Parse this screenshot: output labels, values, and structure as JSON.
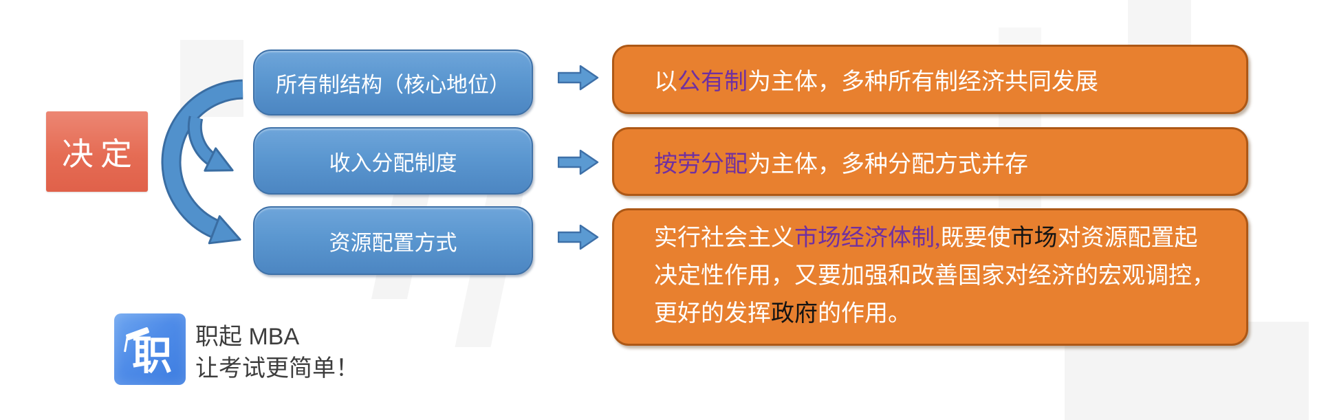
{
  "diagram": {
    "decide_box": {
      "label": "决定"
    },
    "blue_boxes": [
      {
        "label": "所有制结构（核心地位）"
      },
      {
        "label": "收入分配制度"
      },
      {
        "label": "资源配置方式"
      }
    ],
    "orange_boxes": [
      {
        "lines": [
          [
            {
              "t": "以",
              "c": "white"
            },
            {
              "t": "公有制",
              "c": "purple"
            },
            {
              "t": "为主体，多种所有制经济共同发展",
              "c": "white"
            }
          ]
        ]
      },
      {
        "lines": [
          [
            {
              "t": "按劳分配",
              "c": "purple"
            },
            {
              "t": "为主体，多种分配方式并存",
              "c": "white"
            }
          ]
        ]
      },
      {
        "lines": [
          [
            {
              "t": "实行社会主义",
              "c": "white"
            },
            {
              "t": "市场经济体制,",
              "c": "purple"
            },
            {
              "t": "既要使",
              "c": "white"
            },
            {
              "t": "市场",
              "c": "black"
            },
            {
              "t": "对资源配置起",
              "c": "white"
            }
          ],
          [
            {
              "t": "决定性作用，又要加强和改善国家对经济的宏观调控，",
              "c": "white"
            }
          ],
          [
            {
              "t": "更好的发挥",
              "c": "white"
            },
            {
              "t": "政府",
              "c": "black"
            },
            {
              "t": "的作用。",
              "c": "white"
            }
          ]
        ]
      }
    ]
  },
  "footer": {
    "logo_char": "职",
    "brand_line1": "职起 MBA",
    "brand_line2": "让考试更简单！"
  },
  "colors": {
    "red_box": "#e56c54",
    "blue_box": "#5b97d0",
    "blue_box_border": "#3e71a8",
    "orange_box": "#e8802f",
    "orange_box_border": "#ad5816",
    "arrow_fill": "#5191cc",
    "arrow_border": "#3a6da2",
    "purple_text": "#7030a0",
    "black_text": "#141414",
    "logo_blue": "#3c7ce0",
    "footer_text": "#3d3d3d"
  }
}
